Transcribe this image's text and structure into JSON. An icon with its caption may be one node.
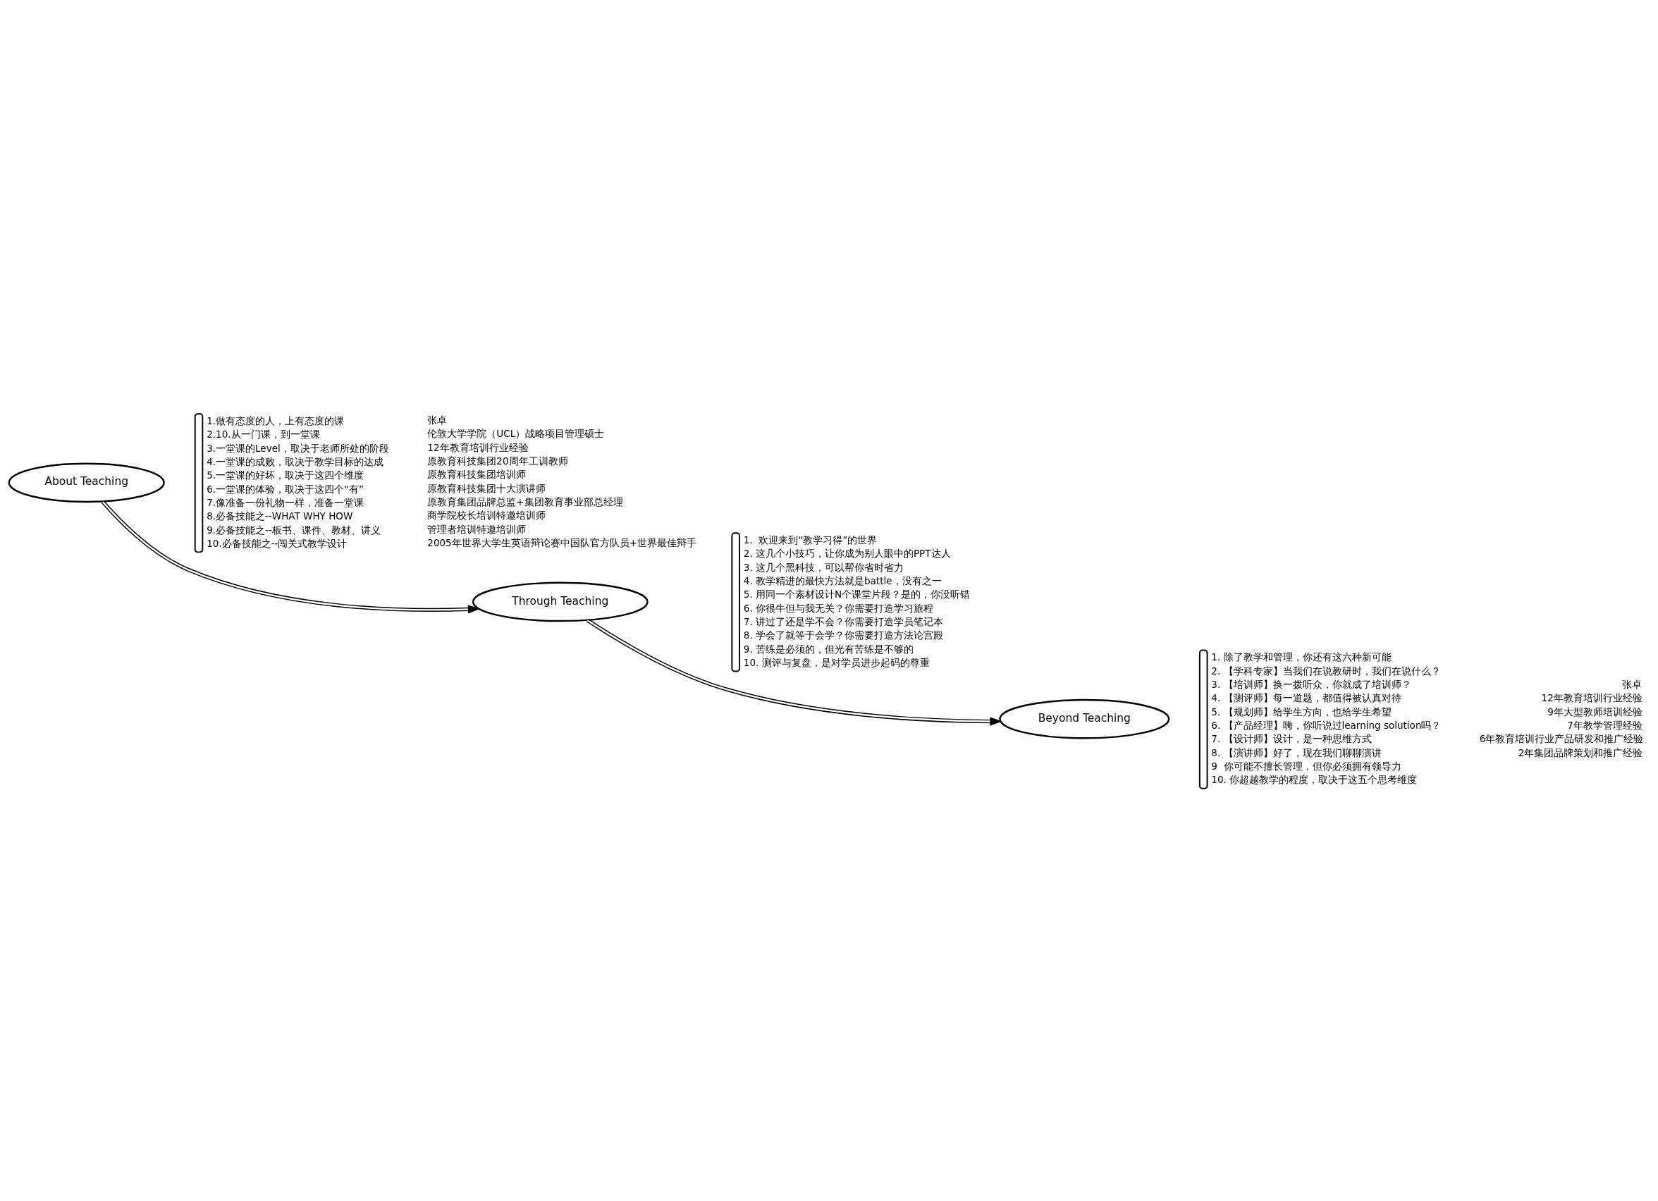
{
  "diagram": {
    "nodes": [
      {
        "text": [
          "About Teaching"
        ],
        "beside": [
          "1.做有态度的人，上有态度的课",
          "2.10.从一门课，到一堂课",
          "3.一堂课的Level，取决于老师所处的阶段",
          "4.一堂课的成败，取决于教学目标的达成",
          "5.一堂课的好坏，取决于这四个维度",
          "6.一堂课的体验，取决于这四个“有”",
          "7.像准备一份礼物一样，准备一堂课",
          "8.必备技能之--WHAT WHY HOW",
          "9.必备技能之--板书、课件、教材、讲义",
          "10.必备技能之--闯关式教学设计"
        ]
      },
      {
        "text": [
          "Through Teaching"
        ],
        "beside": [
          "1.  欢迎来到“教学习得”的世界",
          "2. 这几个小技巧，让你成为别人眼中的PPT达人",
          "3. 这几个黑科技，可以帮你省时省力",
          "4. 教学精进的最快方法就是battle，没有之一",
          "5. 用同一个素材设计N个课堂片段？是的，你没听错",
          "6. 你很牛但与我无关？你需要打造学习旅程",
          "7. 讲过了还是学不会？你需要打造学员笔记本",
          "8. 学会了就等于会学？你需要打造方法论宫殿",
          "9. 苦练是必须的，但光有苦练是不够的",
          "10. 测评与复盘，是对学员进步起码的尊重"
        ]
      },
      {
        "text": [
          "Beyond Teaching"
        ],
        "beside": [
          "1. 除了教学和管理，你还有这六种新可能",
          "2. 【学科专家】当我们在说教研时，我们在说什么？",
          "3. 【培训师】换一拨听众，你就成了培训师？",
          "4. 【测评师】每一道题，都值得被认真对待",
          "5. 【规划师】给学生方向，也给学生希望",
          "6. 【产品经理】嗨，你听说过learning solution吗？",
          "7. 【设计师】设计，是一种思维方式",
          "8. 【演讲师】好了，现在我们聊聊演讲",
          "9  你可能不擅长管理，但你必须拥有领导力",
          "10. 你超越教学的程度，取决于这五个思考维度"
        ]
      }
    ],
    "edges": [
      {
        "from": 0,
        "to": 1,
        "arrow": "to"
      },
      {
        "from": 1,
        "to": 2,
        "arrow": "to"
      }
    ],
    "labels": [
      "张卓",
      "伦敦大学学院（UCL）战略项目管理硕士",
      "12年教育培训行业经验",
      "原教育科技集团20周年工训教师",
      "原教育科技集团培训师",
      "原教育科技集团十大演讲师",
      "原教育集团品牌总监+集团教育事业部总经理",
      "商学院校长培训特邀培训师",
      "管理者培训特邀培训师",
      "2005年世界大学生英语辩论赛中国队官方队员+世界最佳辩手",
      "张卓",
      "12年教育培训行业经验",
      "9年大型教师培训经验",
      "7年教学管理经验",
      "6年教育培训行业产品研发和推广经验",
      "2年集团品牌策划和推广经验"
    ]
  }
}
